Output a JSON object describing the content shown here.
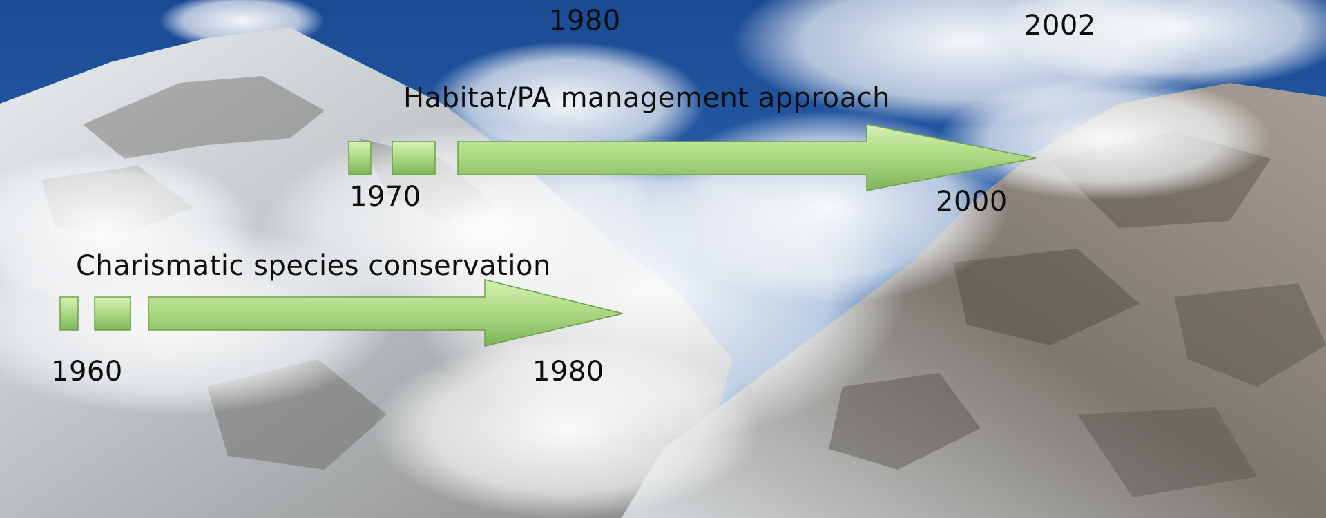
{
  "top_years": {
    "left": "1980",
    "right": "2002"
  },
  "timelines": [
    {
      "title": "Habitat/PA management approach",
      "start_year": "1970",
      "end_year": "2000"
    },
    {
      "title": "Charismatic species conservation",
      "start_year": "1960",
      "end_year": "1980"
    }
  ],
  "colors": {
    "arrow_light": "#c8eaa0",
    "arrow_mid": "#a6d77a",
    "arrow_dark": "#7fb85a",
    "sky": "#1f4f95",
    "snow": "#eef1f3",
    "rock": "#6f6a64"
  }
}
